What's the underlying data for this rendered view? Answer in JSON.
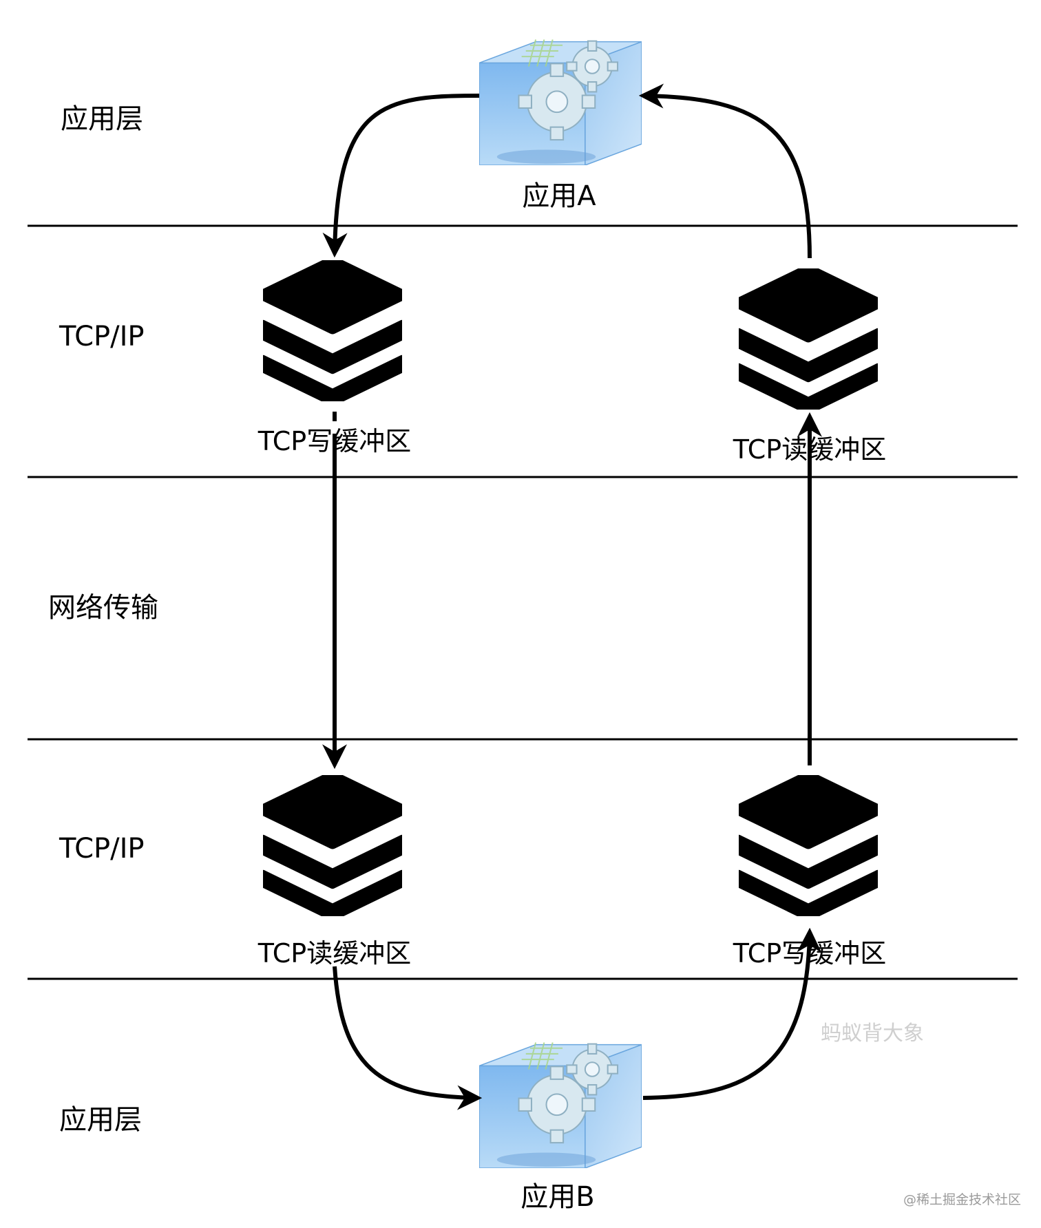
{
  "layers": [
    "应用层",
    "TCP/IP",
    "网络传输",
    "TCP/IP",
    "应用层"
  ],
  "apps": {
    "a": "应用A",
    "b": "应用B"
  },
  "buffers": {
    "top_left": "TCP写缓冲区",
    "top_right": "TCP读缓冲区",
    "bottom_left": "TCP读缓冲区",
    "bottom_right": "TCP写缓冲区"
  },
  "watermark": "蚂蚁背大象",
  "credit": "@稀土掘金技术社区",
  "icons": {
    "app": "app-gear-box-icon",
    "buffer": "stack-layers-icon"
  },
  "colors": {
    "line": "#000000",
    "box": "#8ec3f2",
    "gear": "#cfe3ee"
  }
}
